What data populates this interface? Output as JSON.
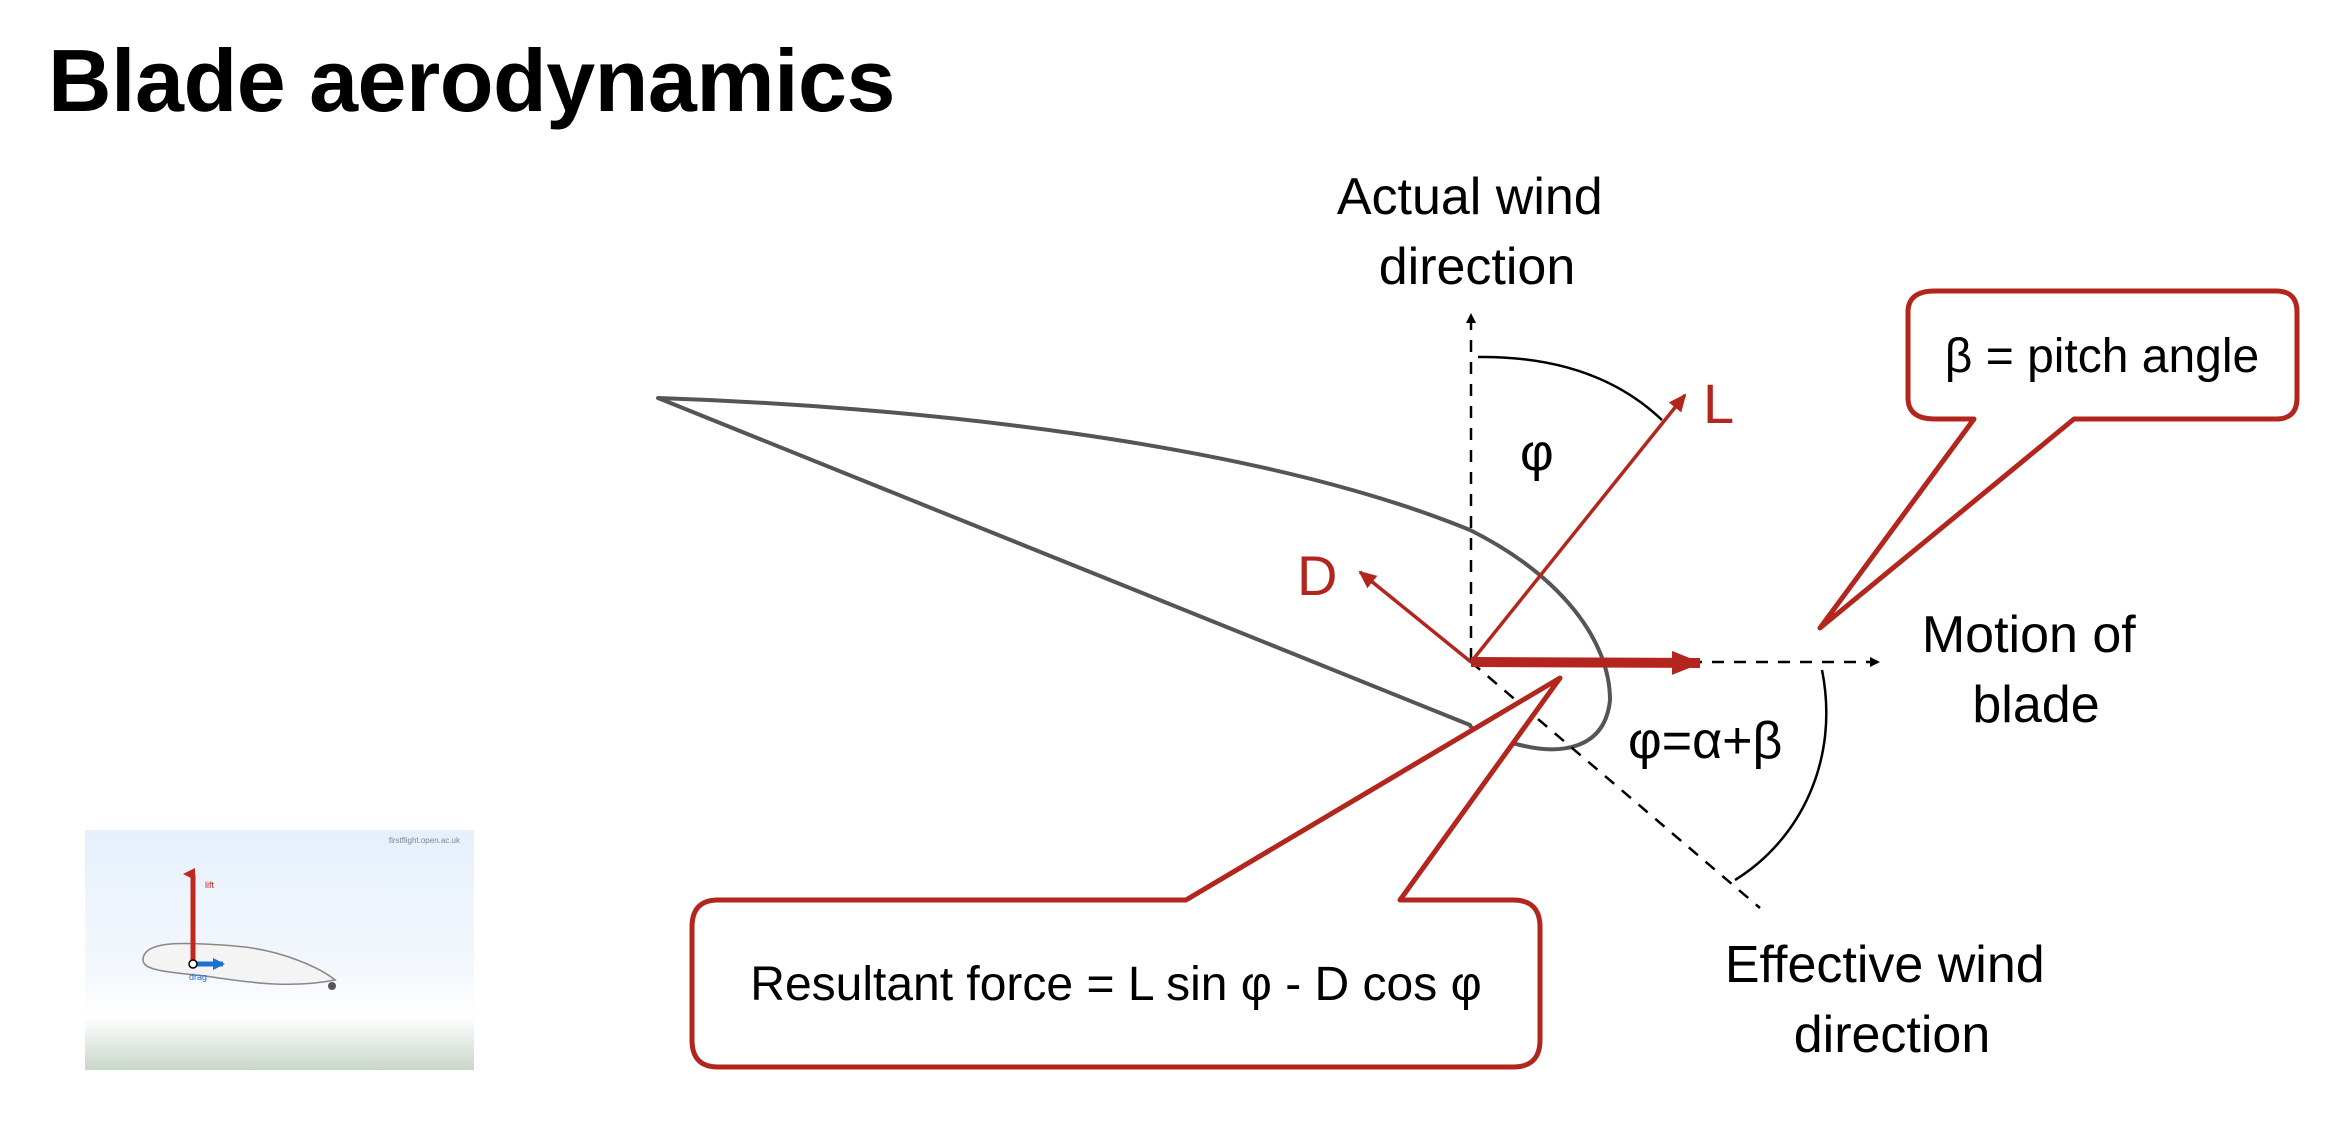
{
  "title": "Blade aerodynamics",
  "labels": {
    "actual_wind": [
      "Actual wind",
      "direction"
    ],
    "phi": "φ",
    "lift": "L",
    "drag": "D",
    "motion": [
      "Motion of",
      "blade"
    ],
    "phi_eq": "φ=α+β",
    "effective_wind": [
      "Effective wind",
      "direction"
    ]
  },
  "callouts": {
    "pitch": "β = pitch angle",
    "resultant": "Resultant force = L sin φ - D cos φ"
  },
  "thumbnail": {
    "credit": "firstflight.open.ac.uk",
    "lift_label": "lift",
    "drag_label": "drag"
  },
  "colors": {
    "accent_red": "#b3261e",
    "thumb_lift": "#c0281f",
    "thumb_drag": "#1f6fd1"
  }
}
